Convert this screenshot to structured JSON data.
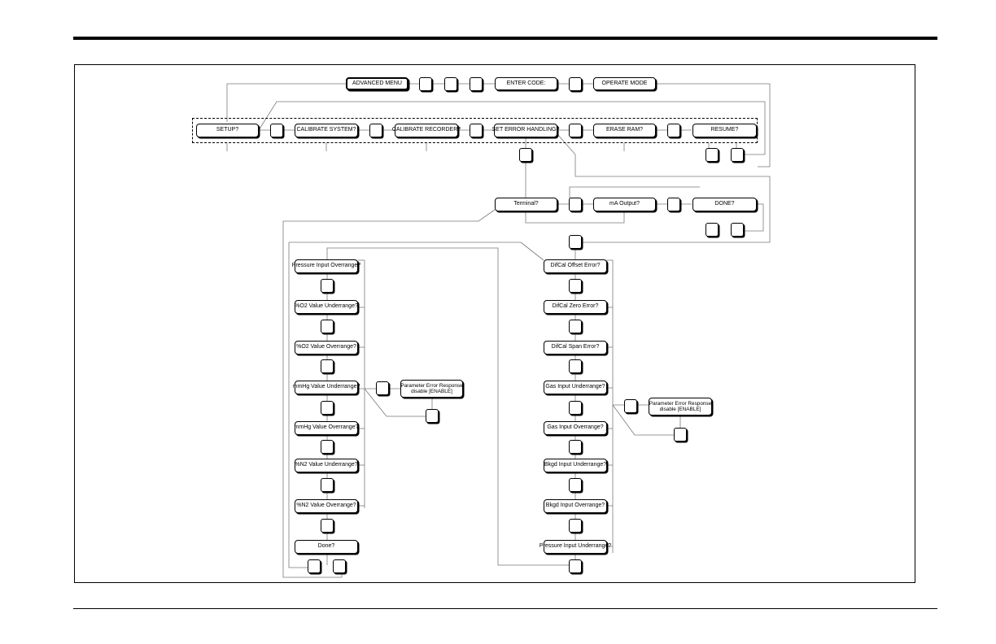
{
  "top_row": {
    "advanced_menu": "ADVANCED MENU",
    "enter_code": "ENTER CODE:",
    "operate_mode": "OPERATE MODE"
  },
  "main_menu": {
    "setup": "SETUP?",
    "calibrate_system": "CALIBRATE SYSTEM?",
    "calibrate_recorder": "CALIBRATE RECORDER?",
    "set_error_handling": "SET ERROR HANDLING?",
    "erase_ram": "ERASE RAM?",
    "resume": "RESUME?"
  },
  "error_menu": {
    "terminal": "Terminal?",
    "ma_output": "mA Output?",
    "done": "DONE?"
  },
  "left_column": [
    "Pressure Input Overrange?",
    "%O2 Value Underrange?",
    "%O2 Value Overrange?",
    "mmHg Value Underrange?",
    "mmHg Value Overrange?",
    "%N2 Value Underrange?",
    "%N2 Value Overrange?",
    "Done?"
  ],
  "right_column": [
    "DifCal Offset Error?",
    "DifCal Zero Error?",
    "DifCal Span Error?",
    "Gas Input Underrange?",
    "Gas Input Overrange?",
    "Bkgd Input Underrange?",
    "Bkgd Input Overrange?",
    "Pressure Input Underrange?"
  ],
  "param_response": {
    "line1": "Parameter Error Response",
    "line2": "disable  [ENABLE]"
  }
}
